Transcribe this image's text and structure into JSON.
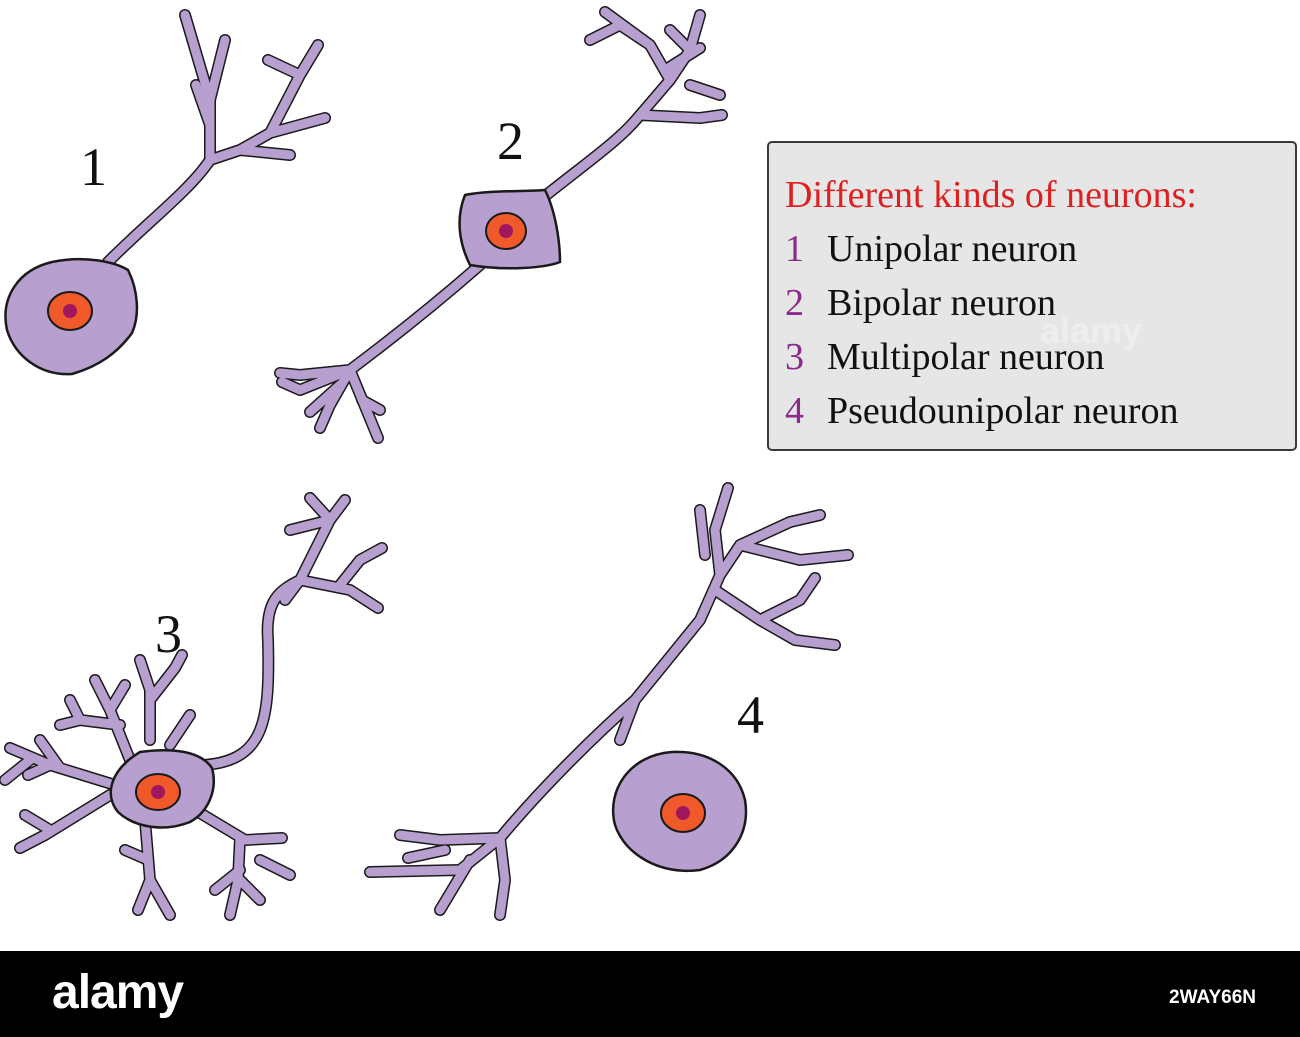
{
  "labels": [
    "1",
    "2",
    "3",
    "4"
  ],
  "legend": {
    "title": "Different kinds of neurons:",
    "items": [
      {
        "index": "1",
        "label": "Unipolar neuron"
      },
      {
        "index": "2",
        "label": "Bipolar neuron"
      },
      {
        "index": "3",
        "label": "Multipolar neuron"
      },
      {
        "index": "4",
        "label": "Pseudounipolar neuron"
      }
    ]
  },
  "footer": {
    "brand": "alamy",
    "stock_id": "2WAY66N"
  },
  "watermark": "alamy",
  "colors": {
    "cell_fill": "#b79fcf",
    "outline": "#1a1a1a",
    "nucleus": "#f05a2a",
    "nucleolus": "#a0175e",
    "legend_title": "#e02020",
    "legend_index": "#8b2a8b",
    "legend_bg": "#e6e6e6"
  }
}
